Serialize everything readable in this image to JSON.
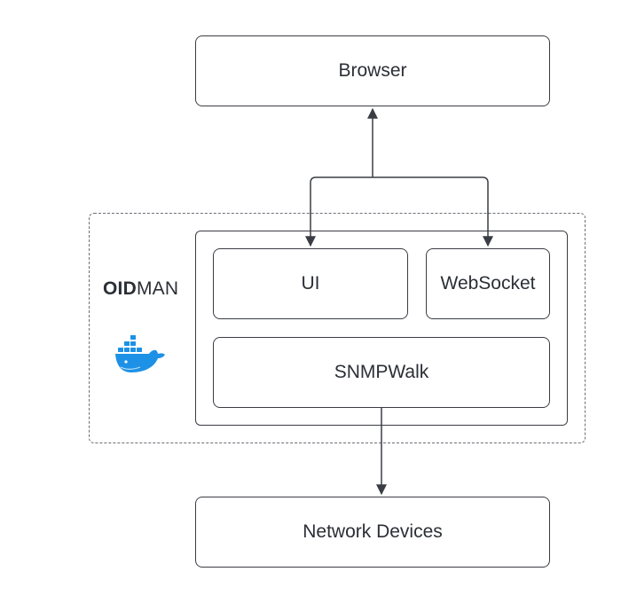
{
  "nodes": {
    "browser": "Browser",
    "ui": "UI",
    "websocket": "WebSocket",
    "snmpwalk": "SNMPWalk",
    "network_devices": "Network Devices"
  },
  "container": {
    "label_bold": "OID",
    "label_rest": "MAN",
    "logo_icon": "docker-whale-icon"
  },
  "colors": {
    "stroke": "#3a3d43",
    "dashed": "#6b6f76",
    "docker_blue": "#1d91e6"
  }
}
